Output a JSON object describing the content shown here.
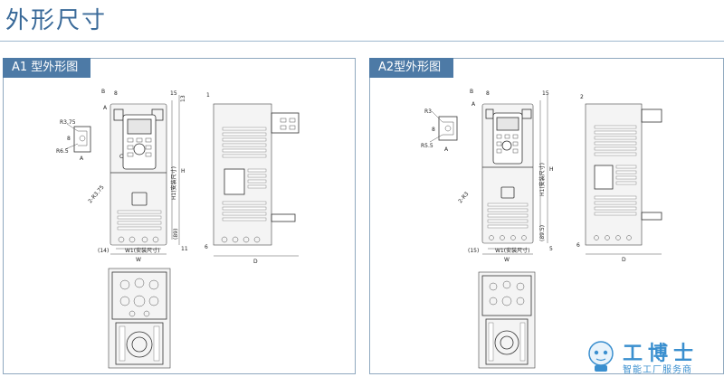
{
  "header": {
    "title": "外形尺寸"
  },
  "panels": {
    "a1": {
      "title": "A1 型外形图",
      "labels": {
        "A": "A",
        "B": "B",
        "A_detail": "A",
        "C": "C",
        "H": "H",
        "H1": "H1(安装尺寸)",
        "W": "W",
        "W1": "W1(安装尺寸)",
        "D": "D",
        "r1": "R3.75",
        "r2": "R6.5",
        "hole": "2-R3.75",
        "d8": "8",
        "d13": "13",
        "d15": "15",
        "d89": "(89)",
        "d14": "(14)",
        "d11": "11",
        "d6": "6",
        "d1": "1"
      }
    },
    "a2": {
      "title": "A2型外形图",
      "labels": {
        "A": "A",
        "B": "B",
        "A_detail": "A",
        "H": "H",
        "H1": "H1(安装尺寸)",
        "W": "W",
        "W1": "W1(安装尺寸)",
        "D": "D",
        "r1": "R3",
        "r2": "R5.5",
        "hole": "2-R3",
        "d8": "8",
        "d15": "15",
        "d895": "(89.5)",
        "d15b": "(15)",
        "d5": "5",
        "d6": "6",
        "d2": "2"
      }
    }
  },
  "logo": {
    "name": "工博士",
    "tagline": "智能工厂服务商"
  },
  "colors": {
    "accent": "#4d7aa6",
    "title": "#3a6a99",
    "logo": "#3a8fcf"
  }
}
